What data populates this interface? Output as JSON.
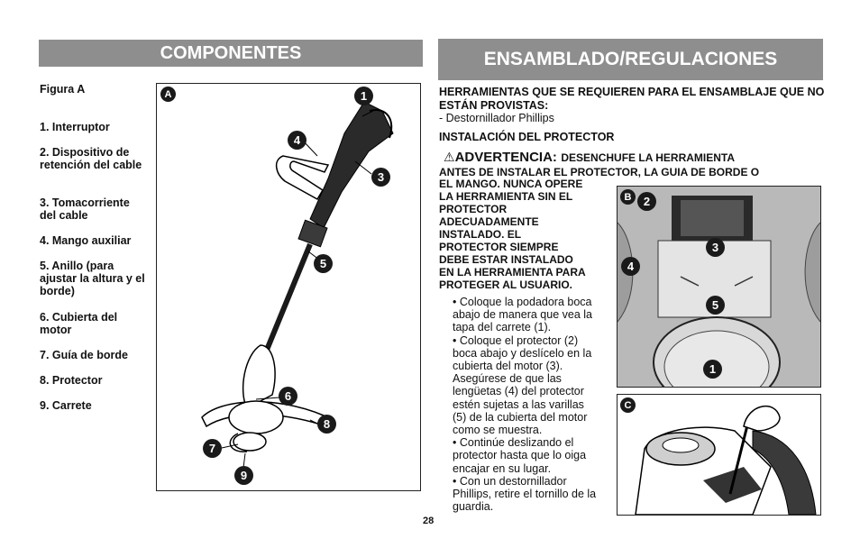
{
  "left_section": {
    "title": "COMPONENTES",
    "figure_label": "Figura A",
    "items": [
      "1. Interruptor",
      "2. Dispositivo de retención del cable",
      "3. Tomacorriente del cable",
      "4. Mango auxiliar",
      "5. Anillo (para ajustar la altura y el borde)",
      "6. Cubierta del motor",
      "7. Guía de borde",
      "8. Protector",
      "9. Carrete"
    ],
    "figure": {
      "letter": "A",
      "callouts": [
        "1",
        "4",
        "3",
        "5",
        "6",
        "8",
        "7",
        "9"
      ]
    }
  },
  "right_section": {
    "title": "ENSAMBLADO/REGULACIONES",
    "tools_heading": "HERRAMIENTAS QUE SE REQUIEREN PARA EL ENSAMBLAJE QUE NO ESTÁN PROVISTAS:",
    "tools_item": "- Destornillador Phillips",
    "install_heading": "INSTALACIÓN DEL PROTECTOR",
    "warning_label": "ADVERTENCIA:",
    "warning_line1": "DESENCHUFE LA HERRAMIENTA",
    "warning_line2": "ANTES DE INSTALAR EL PROTECTOR, LA GUIA DE BORDE O",
    "warning_rest": [
      "EL MANGO. NUNCA OPERE",
      "LA HERRAMIENTA SIN EL",
      "PROTECTOR",
      "ADECUADAMENTE",
      "INSTALADO. EL",
      "PROTECTOR SIEMPRE",
      "DEBE ESTAR INSTALADO",
      "EN LA HERRAMIENTA PARA",
      "PROTEGER AL USUARIO."
    ],
    "bullets": [
      [
        "• Coloque la podadora boca",
        "abajo de manera que vea la",
        "tapa del carrete (1)."
      ],
      [
        "• Coloque el protector (2)",
        "boca abajo y deslícelo en la",
        "cubierta del motor (3).",
        "Asegúrese de que las",
        "lengüetas (4) del protector",
        "estén sujetas a las varillas",
        "(5) de la cubierta del motor",
        "como se muestra."
      ],
      [
        "• Continúe deslizando el",
        "protector hasta que lo oiga",
        "encajar en su lugar."
      ],
      [
        "• Con un destornillador",
        "Phillips, retire el tornillo de la",
        "guardia."
      ]
    ],
    "figure_b": {
      "letter": "B",
      "callouts": [
        "2",
        "3",
        "4",
        "5",
        "1"
      ]
    },
    "figure_c": {
      "letter": "C"
    }
  },
  "page_number": "28"
}
